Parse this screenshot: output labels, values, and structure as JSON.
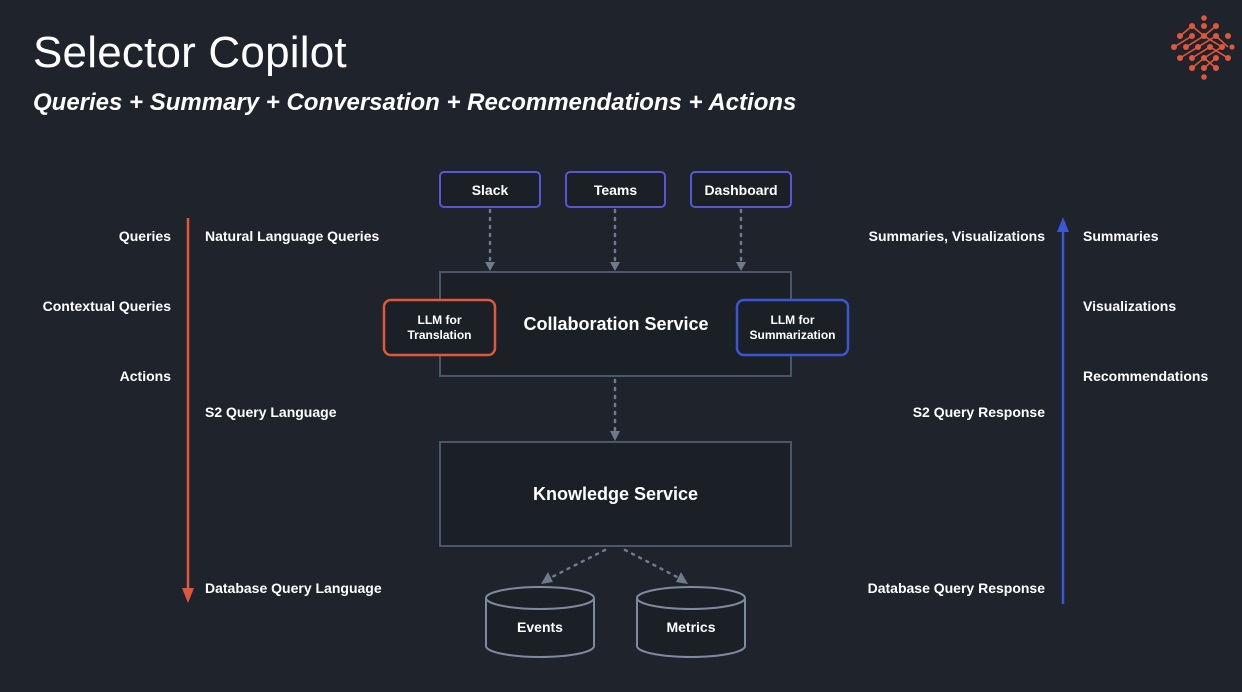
{
  "header": {
    "title": "Selector Copilot",
    "subtitle": "Queries + Summary + Conversation + Recommendations + Actions"
  },
  "colors": {
    "background": "#1f242c",
    "left_arrow": "#e0573a",
    "right_arrow": "#3a56d4",
    "box_border": "#4b5669",
    "channel_border": "#5656d8",
    "llm_translation_border": "#e0573a",
    "llm_summarization_border": "#3a56d4",
    "logo": "#e0573a"
  },
  "channels": [
    "Slack",
    "Teams",
    "Dashboard"
  ],
  "left_labels": {
    "outer": [
      "Queries",
      "Contextual Queries",
      "Actions"
    ],
    "inner": [
      "Natural Language Queries",
      "S2 Query Language",
      "Database Query Language"
    ]
  },
  "right_labels": {
    "outer": [
      "Summaries",
      "Visualizations",
      "Recommendations"
    ],
    "inner": [
      "Summaries, Visualizations",
      "S2 Query Response",
      "Database Query Response"
    ]
  },
  "collaboration": {
    "title": "Collaboration Service",
    "llm_translation": [
      "LLM for",
      "Translation"
    ],
    "llm_summarization": [
      "LLM for",
      "Summarization"
    ]
  },
  "knowledge": {
    "title": "Knowledge Service"
  },
  "databases": [
    "Events",
    "Metrics"
  ],
  "icons": {
    "logo": "selector-logo-icon"
  }
}
